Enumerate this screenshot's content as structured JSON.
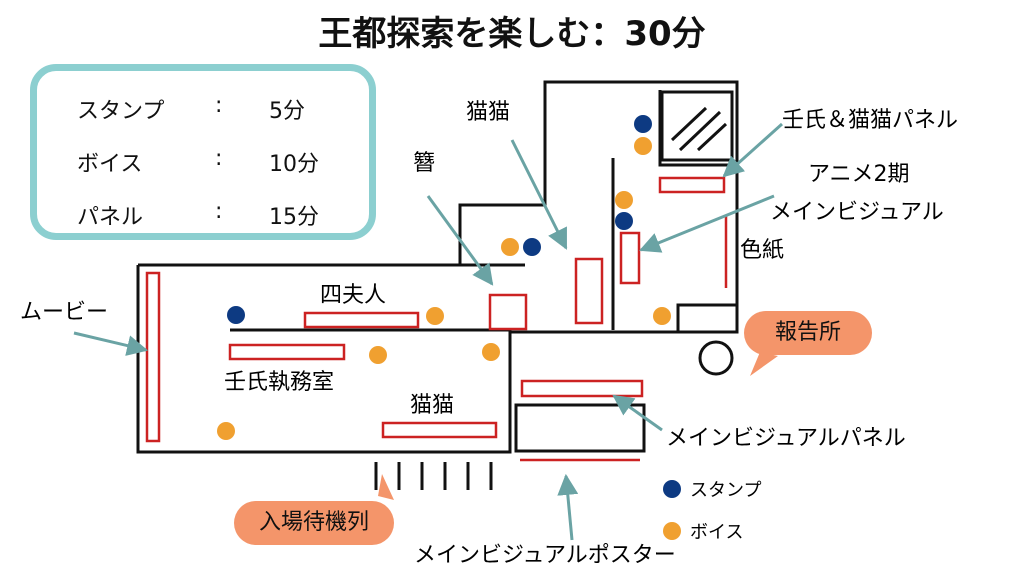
{
  "title": "王都探索を楽しむ：30分",
  "durations": [
    {
      "name": "スタンプ",
      "sep": ":",
      "time": "5分"
    },
    {
      "name": "ボイス",
      "sep": ":",
      "time": "10分"
    },
    {
      "name": "パネル",
      "sep": ":",
      "time": "15分"
    }
  ],
  "labels": {
    "nekoneko_top": "猫猫",
    "kanzashi": "簪",
    "jinshi_nekoneko_panel": "壬氏＆猫猫パネル",
    "anime_line1": "アニメ2期",
    "anime_line2": "メインビジュアル",
    "shikishi": "色紙",
    "movie": "ムービー",
    "shifujin": "四夫人",
    "jinshi_office": "壬氏執務室",
    "nekoneko_bottom": "猫猫",
    "main_visual_panel": "メインビジュアルパネル",
    "main_visual_poster": "メインビジュアルポスター",
    "report": "報告所",
    "queue": "入場待機列"
  },
  "map_legend": {
    "stamp": {
      "label": "スタンプ",
      "color": "#0d3a82"
    },
    "voice": {
      "label": "ボイス",
      "color": "#f0a030"
    }
  },
  "colors": {
    "accent_border": "#8ccfd0",
    "panel_red": "#cc2222",
    "arrow": "#6aa3a4",
    "pill": "#f4956a"
  }
}
